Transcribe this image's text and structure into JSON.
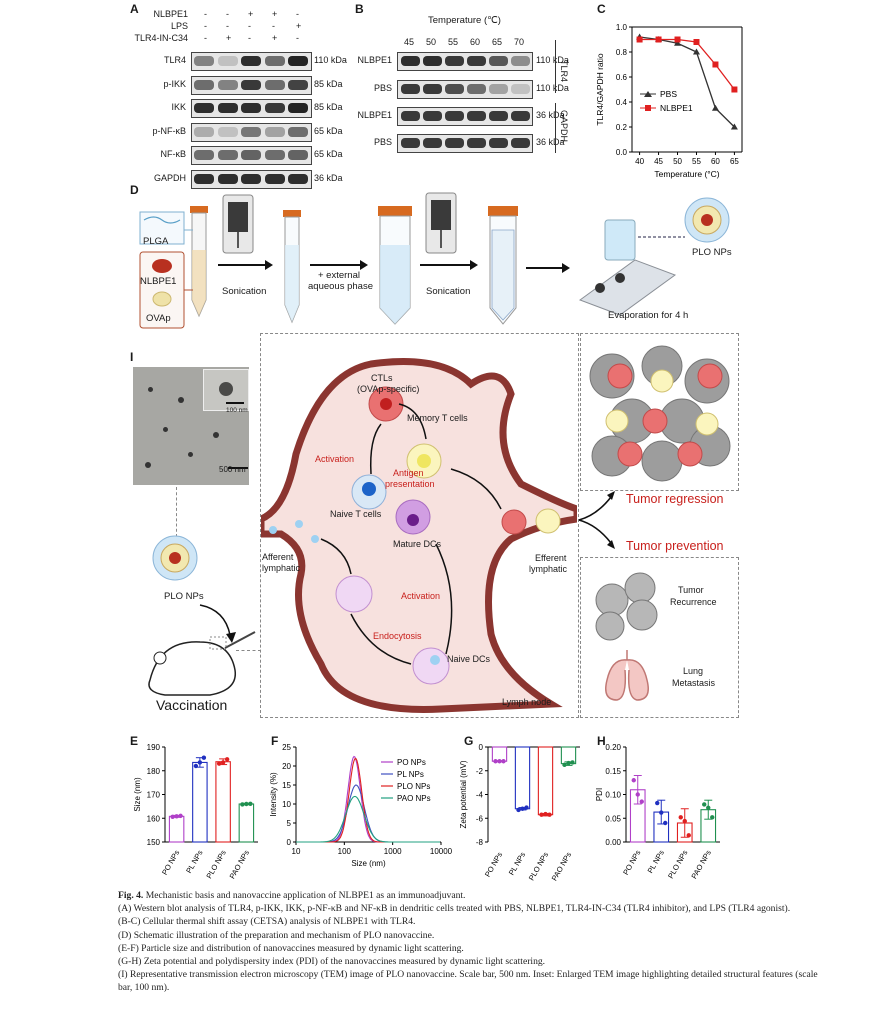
{
  "panel_a": {
    "label": "A",
    "treatments": [
      {
        "name": "NLBPE1",
        "marks": [
          "-",
          "-",
          "+",
          "+",
          "-"
        ]
      },
      {
        "name": "LPS",
        "marks": [
          "-",
          "-",
          "-",
          "-",
          "+"
        ]
      },
      {
        "name": "TLR4-IN-C34",
        "marks": [
          "-",
          "+",
          "-",
          "+",
          "-"
        ]
      }
    ],
    "rows": [
      {
        "name": "TLR4",
        "kda": "110 kDa",
        "intensity": [
          0.5,
          0.2,
          0.9,
          0.6,
          0.95
        ]
      },
      {
        "name": "p-IKK",
        "kda": "85 kDa",
        "intensity": [
          0.6,
          0.5,
          0.85,
          0.6,
          0.8
        ]
      },
      {
        "name": "IKK",
        "kda": "85 kDa",
        "intensity": [
          0.9,
          0.9,
          0.9,
          0.85,
          0.95
        ]
      },
      {
        "name": "p-NF-κB",
        "kda": "65 kDa",
        "intensity": [
          0.3,
          0.2,
          0.55,
          0.35,
          0.6
        ]
      },
      {
        "name": "NF-κB",
        "kda": "65 kDa",
        "intensity": [
          0.6,
          0.6,
          0.65,
          0.6,
          0.65
        ]
      },
      {
        "name": "GAPDH",
        "kda": "36 kDa",
        "intensity": [
          0.9,
          0.9,
          0.9,
          0.9,
          0.9
        ]
      }
    ]
  },
  "panel_b": {
    "label": "B",
    "header": "Temperature (℃)",
    "temps": [
      "45",
      "50",
      "55",
      "60",
      "65",
      "70"
    ],
    "rows": [
      {
        "name": "NLBPE1",
        "kda": "110 kDa",
        "intensity": [
          0.9,
          0.9,
          0.85,
          0.85,
          0.7,
          0.45
        ]
      },
      {
        "name": "PBS",
        "kda": "110 kDa",
        "intensity": [
          0.85,
          0.85,
          0.75,
          0.6,
          0.35,
          0.2
        ]
      },
      {
        "name": "NLBPE1",
        "kda": "36 kDa",
        "intensity": [
          0.85,
          0.85,
          0.85,
          0.85,
          0.85,
          0.85
        ]
      },
      {
        "name": "PBS",
        "kda": "36 kDa",
        "intensity": [
          0.85,
          0.85,
          0.85,
          0.85,
          0.85,
          0.85
        ]
      }
    ],
    "group_tlr4": "TLR4",
    "group_gapdh": "GAPDH"
  },
  "chart_data": [
    {
      "panel": "C",
      "type": "line",
      "x": [
        40,
        45,
        50,
        55,
        60,
        65
      ],
      "series": [
        {
          "name": "PBS",
          "values": [
            0.92,
            0.9,
            0.87,
            0.8,
            0.35,
            0.2
          ],
          "color": "#333333",
          "marker": "triangle"
        },
        {
          "name": "NLBPE1",
          "values": [
            0.9,
            0.9,
            0.9,
            0.88,
            0.7,
            0.5
          ],
          "color": "#e02020",
          "marker": "square"
        }
      ],
      "xlabel": "Temperature (°C)",
      "ylabel": "TLR4/GAPDH ratio",
      "xticks": [
        40,
        45,
        50,
        55,
        60,
        65
      ],
      "yticks": [
        0.0,
        0.2,
        0.4,
        0.6,
        0.8,
        1.0
      ],
      "ylim": [
        0,
        1.0
      ],
      "legend": "center-left"
    },
    {
      "panel": "E",
      "type": "bar",
      "categories": [
        "PO NPs",
        "PL NPs",
        "PLO NPs",
        "PAO NPs"
      ],
      "values": [
        160.8,
        183.5,
        183.8,
        166.0
      ],
      "errors": [
        0.4,
        2.0,
        1.2,
        0.3
      ],
      "points": [
        [
          160.6,
          160.8,
          161.0
        ],
        [
          182.0,
          183.5,
          185.5
        ],
        [
          183.0,
          183.5,
          184.8
        ],
        [
          165.8,
          166.0,
          166.1
        ]
      ],
      "colors": [
        "#b040c8",
        "#2030c0",
        "#e02020",
        "#209050"
      ],
      "ylabel": "Size (nm)",
      "yticks": [
        150,
        160,
        170,
        180,
        190
      ],
      "ylim": [
        150,
        190
      ]
    },
    {
      "panel": "F",
      "type": "line",
      "xlabel": "Size (nm)",
      "ylabel": "Intensity (%)",
      "xticks": [
        "10",
        "100",
        "1000",
        "10000"
      ],
      "yticks": [
        0,
        5,
        10,
        15,
        20,
        25
      ],
      "ylim": [
        0,
        25
      ],
      "xscale": "log",
      "series": [
        {
          "name": "PO NPs",
          "peak": 22.5,
          "center": 160,
          "width": 0.13,
          "color": "#b040c8"
        },
        {
          "name": "PL NPs",
          "peak": 15.0,
          "center": 175,
          "width": 0.17,
          "color": "#4050c0"
        },
        {
          "name": "PLO NPs",
          "peak": 22.0,
          "center": 170,
          "width": 0.13,
          "color": "#e02020"
        },
        {
          "name": "PAO NPs",
          "peak": 12.0,
          "center": 165,
          "width": 0.19,
          "color": "#20a080"
        }
      ],
      "legend": "top-right"
    },
    {
      "panel": "G",
      "type": "bar",
      "categories": [
        "PO NPs",
        "PL NPs",
        "PLO NPs",
        "PAO NPs"
      ],
      "values": [
        -1.2,
        -5.2,
        -5.7,
        -1.4
      ],
      "errors": [
        0.05,
        0.1,
        0.1,
        0.15
      ],
      "points": [
        [
          -1.2,
          -1.2,
          -1.2
        ],
        [
          -5.3,
          -5.2,
          -5.1
        ],
        [
          -5.7,
          -5.65,
          -5.7
        ],
        [
          -1.5,
          -1.35,
          -1.3
        ]
      ],
      "colors": [
        "#b040c8",
        "#2030c0",
        "#e02020",
        "#209050"
      ],
      "ylabel": "Zeta potential (mV)",
      "yticks": [
        0,
        -2,
        -4,
        -6,
        -8
      ],
      "ylim": [
        -8,
        0
      ]
    },
    {
      "panel": "H",
      "type": "bar",
      "categories": [
        "PO NPs",
        "PL NPs",
        "PLO NPs",
        "PAO NPs"
      ],
      "values": [
        0.11,
        0.063,
        0.04,
        0.068
      ],
      "errors": [
        0.03,
        0.025,
        0.03,
        0.02
      ],
      "points": [
        [
          0.13,
          0.1,
          0.085
        ],
        [
          0.082,
          0.062,
          0.04
        ],
        [
          0.052,
          0.044,
          0.014
        ],
        [
          0.079,
          0.072,
          0.052
        ]
      ],
      "colors": [
        "#b040c8",
        "#2030c0",
        "#e02020",
        "#209050"
      ],
      "ylabel": "PDI",
      "yticks": [
        0.0,
        0.05,
        0.1,
        0.15,
        0.2
      ],
      "ylim": [
        0,
        0.2
      ]
    }
  ],
  "panel_d": {
    "label": "D",
    "plga": "PLGA",
    "nlbpe1": "NLBPE1",
    "ovap": "OVAp",
    "sonication1": "Sonication",
    "external1": "+ external",
    "external2": "aqueous phase",
    "sonication2": "Sonication",
    "evaporation": "Evaporation for 4 h",
    "plo": "PLO NPs"
  },
  "panel_i": {
    "label": "I",
    "inset_scale": "100 nm",
    "scale": "500 nm",
    "plo": "PLO NPs",
    "vaccination": "Vaccination"
  },
  "lymph": {
    "ctls": "CTLs",
    "ctls_sub": "(OVAp-specific)",
    "memory": "Memory T cells",
    "activation1": "Activation",
    "antigen1": "Antigen",
    "antigen2": "presentation",
    "naive_t": "Naive T cells",
    "mature": "Mature DCs",
    "afferent1": "Afferent",
    "afferent2": "lymphatic",
    "activation2": "Activation",
    "endocytosis": "Endocytosis",
    "naive_dc": "Naive DCs",
    "lymph_node": "Lymph node",
    "efferent1": "Efferent",
    "efferent2": "lymphatic"
  },
  "outcomes": {
    "regression": "Tumor regression",
    "prevention": "Tumor prevention",
    "recurrence1": "Tumor",
    "recurrence2": "Recurrence",
    "lung1": "Lung",
    "lung2": "Metastasis"
  },
  "panel_labels": {
    "b": "B",
    "c": "C",
    "e": "E",
    "f": "F",
    "g": "G",
    "h": "H"
  },
  "caption": {
    "title_bold": "Fig. 4.",
    "title_rest": " Mechanistic basis and nanovaccine application of NLBPE1 as an immunoadjuvant.",
    "line_a": "(A) Western blot analysis of TLR4, p-IKK, IKK, p-NF-κB and NF-κB in dendritic cells treated with PBS, NLBPE1, TLR4-IN-C34 (TLR4 inhibitor), and LPS (TLR4 agonist).",
    "line_bc": "(B-C) Cellular thermal shift assay (CETSA) analysis of NLBPE1 with TLR4.",
    "line_d": "(D) Schematic illustration of the preparation and mechanism of PLO nanovaccine.",
    "line_ef": "(E-F) Particle size and distribution of nanovaccines measured by dynamic light scattering.",
    "line_gh": "(G-H) Zeta potential and polydispersity index (PDI) of the nanovaccines measured by dynamic light scattering.",
    "line_i": "(I) Representative transmission electron microscopy (TEM) image of PLO nanovaccine. Scale bar, 500 nm. Inset: Enlarged TEM image highlighting detailed structural features (scale bar, 100 nm)."
  }
}
